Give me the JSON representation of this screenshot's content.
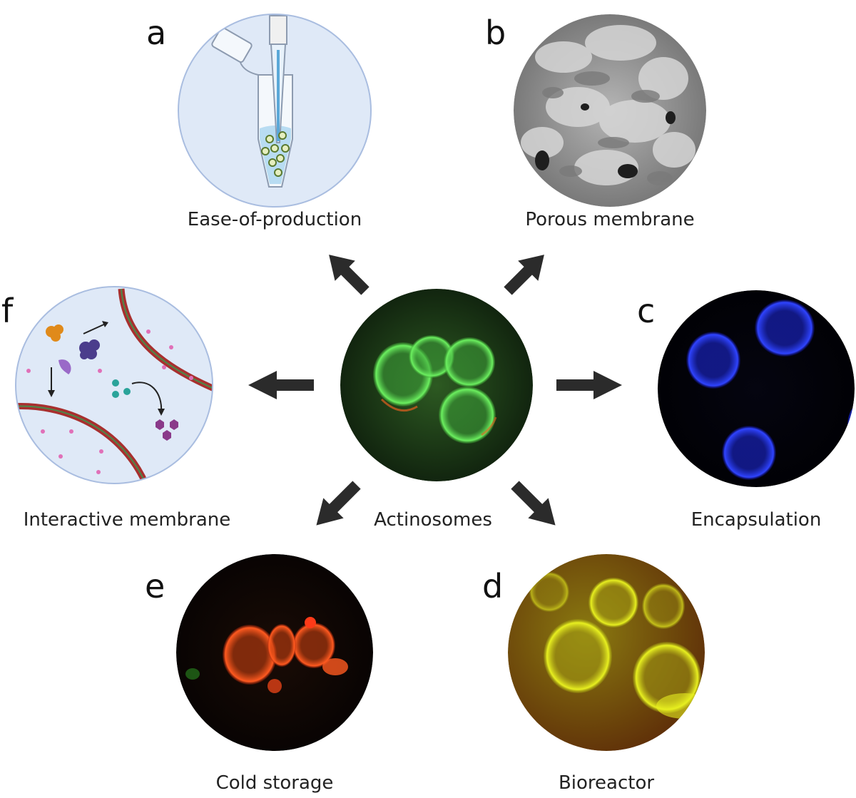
{
  "center": {
    "label": "Actinosomes"
  },
  "panels": [
    {
      "letter": "a",
      "caption": "Ease-of-production"
    },
    {
      "letter": "b",
      "caption": "Porous membrane"
    },
    {
      "letter": "c",
      "caption": "Encapsulation"
    },
    {
      "letter": "d",
      "caption": "Bioreactor"
    },
    {
      "letter": "e",
      "caption": "Cold storage"
    },
    {
      "letter": "f",
      "caption": "Interactive membrane"
    }
  ],
  "colors": {
    "arrow": "#2b2b2b",
    "illustration_fill": "#dfe9f7",
    "illustration_border": "#a9bde0",
    "membrane_red": "#a8302f",
    "membrane_green": "#4b8a4a",
    "green_fluorescence": "#4fd24a",
    "blue_fluorescence": "#2030ff",
    "red_fluorescence": "#ff4a1a",
    "yellow_fluorescence": "#d8e000"
  }
}
